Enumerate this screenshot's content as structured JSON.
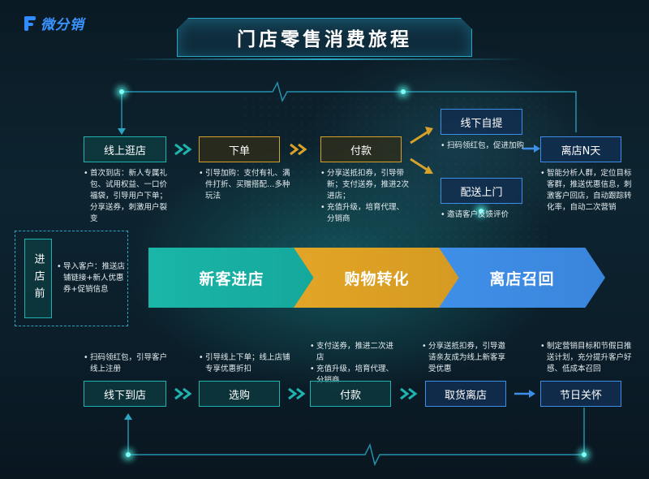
{
  "logo": {
    "text": "微分销"
  },
  "title": "门店零售消费旅程",
  "top_flow": {
    "steps": [
      {
        "label": "线上逛店",
        "desc": [
          "首次到店：新人专属礼包、试用权益、一口价福袋，引导用户下单；分享送券，刺激用户裂变"
        ]
      },
      {
        "label": "下单",
        "desc": [
          "引导加购：支付有礼、满件打折、买赠搭配…多种玩法"
        ]
      },
      {
        "label": "付款",
        "desc": [
          "分享送抵扣券，引导带新；支付送券，推进2次进店；",
          "充值升级，培育代理、分销商"
        ]
      },
      {
        "label": "线下自提",
        "desc": [
          "扫码领红包，促进加购"
        ]
      },
      {
        "label": "配送上门",
        "desc": [
          "邀请客户反馈评价"
        ]
      },
      {
        "label": "离店N天",
        "desc": [
          "智能分析人群，定位目标客群，推送优惠信息，刺激客户回店，自动跟踪转化率，自动二次营销"
        ]
      }
    ]
  },
  "pre_store": {
    "label": "进店前",
    "desc": [
      "导入客户：推送店铺链接+新人优惠券+促销信息"
    ]
  },
  "banners": [
    "新客进店",
    "购物转化",
    "离店召回"
  ],
  "bottom_flow": {
    "steps": [
      {
        "label": "线下到店",
        "desc": [
          "扫码领红包，引导客户线上注册"
        ]
      },
      {
        "label": "选购",
        "desc": [
          "引导线上下单；线上店铺专享优惠折扣"
        ]
      },
      {
        "label": "付款",
        "desc": [
          "支付送券，推进二次进店",
          "充值升级，培育代理、分销商"
        ]
      },
      {
        "label": "取货离店",
        "desc": [
          "分享送抵扣券，引导邀请亲友成为线上新客享受优惠"
        ]
      },
      {
        "label": "节日关怀",
        "desc": [
          "制定营销目标和节假日推送计划，充分提升客户好感、低成本召回"
        ]
      }
    ]
  },
  "colors": {
    "teal": "#1fb3b0",
    "gold": "#d6a22a",
    "blue": "#3c8ee6",
    "accent": "#2aa6c4"
  }
}
